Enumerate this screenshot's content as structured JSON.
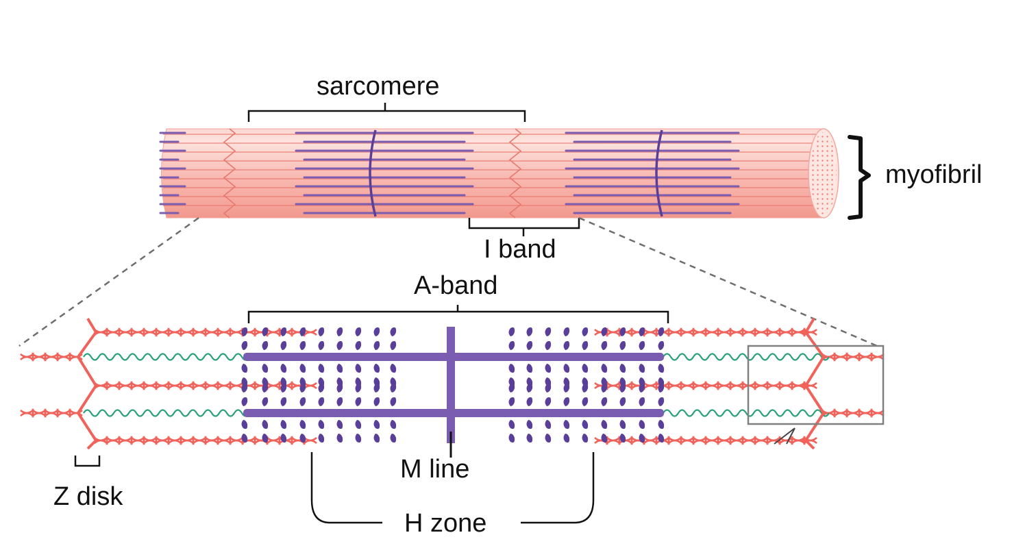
{
  "labels": {
    "sarcomere": "sarcomere",
    "myofibril": "myofibril",
    "i_band": "I band",
    "a_band": "A-band",
    "m_line": "M line",
    "z_disk": "Z disk",
    "h_zone": "H zone"
  },
  "colors": {
    "background": "#ffffff",
    "actin": "#f0625a",
    "myosin": "#7a5cb0",
    "myosin_dark": "#5a3f98",
    "titin": "#2aa07a",
    "fibril_light": "#fbd2cc",
    "fibril_mid": "#f7aaa2",
    "fibril_stripe": "#e8786e",
    "bracket": "#111111",
    "dash": "#707070",
    "box": "#808080"
  }
}
